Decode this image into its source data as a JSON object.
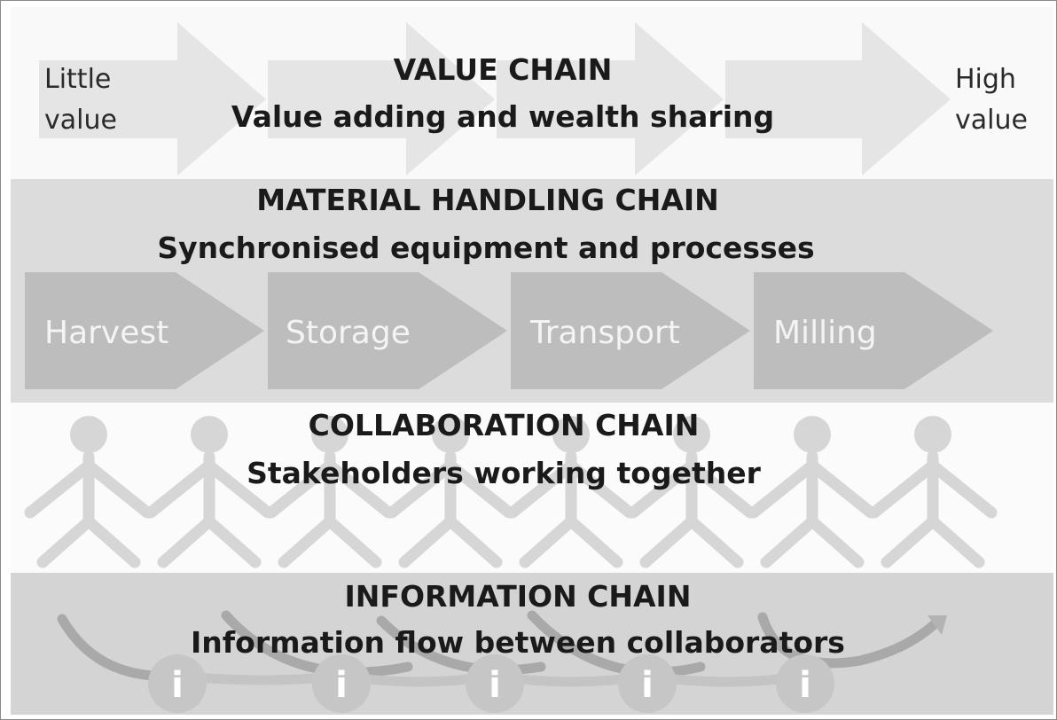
{
  "value_chain": {
    "title": "VALUE CHAIN",
    "subtitle": "Value adding and wealth sharing",
    "left_label": [
      "Little",
      "value"
    ],
    "right_label": [
      "High",
      "value"
    ]
  },
  "material_chain": {
    "title": "MATERIAL HANDLING CHAIN",
    "subtitle": "Synchronised equipment and processes",
    "steps": [
      "Harvest",
      "Storage",
      "Transport",
      "Milling"
    ]
  },
  "collaboration_chain": {
    "title": "COLLABORATION CHAIN",
    "subtitle": "Stakeholders working together"
  },
  "information_chain": {
    "title": "INFORMATION CHAIN",
    "subtitle": "Information flow between collaborators",
    "info_glyph": "i"
  },
  "colors": {
    "band_light": "#f9f9f9",
    "band_mid": "#dcdcdc",
    "band_dark": "#d4d4d4",
    "arrow_light": "#e5e5e5",
    "chevron": "#bdbdbd",
    "figures": "#d6d6d6",
    "info_circle": "#c6c6c6",
    "text": "#1a1a1a"
  }
}
